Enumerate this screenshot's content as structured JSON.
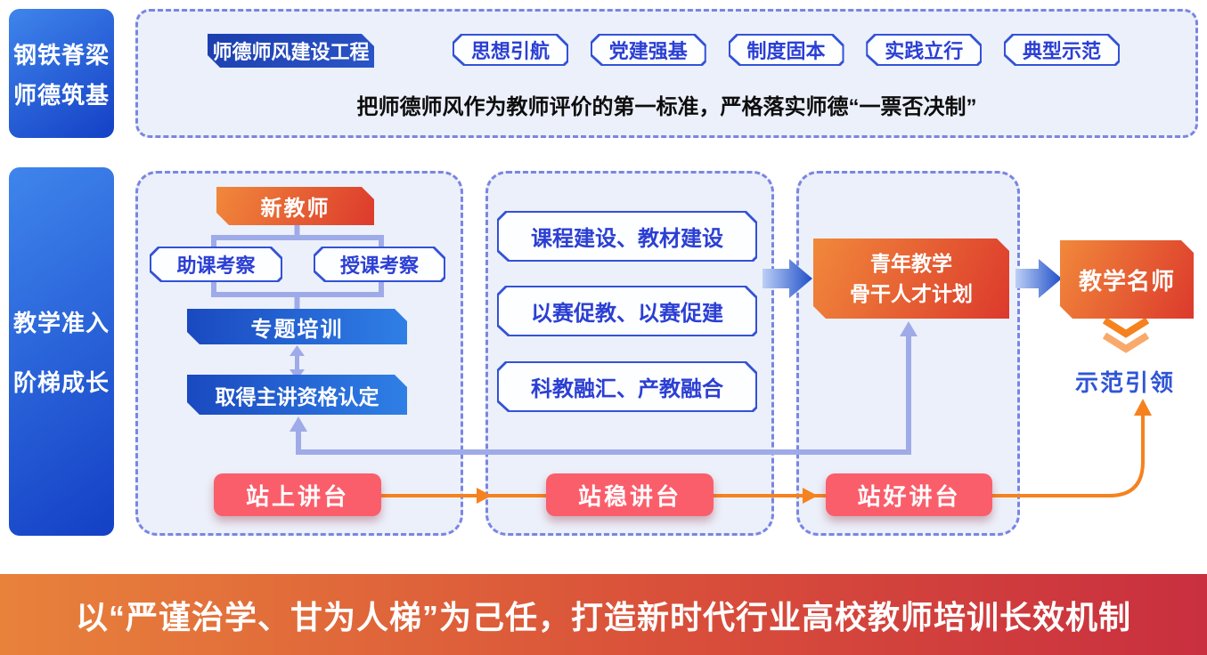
{
  "top_band": {
    "side_label": [
      "钢铁脊梁",
      "师德筑基"
    ],
    "primary_button": "师德师风建设工程",
    "pill_buttons": [
      "思想引航",
      "党建强基",
      "制度固本",
      "实践立行",
      "典型示范"
    ],
    "statement": "把师德师风作为教师评价的第一标准，严格落实师德“一票否决制”"
  },
  "growth_band": {
    "side_label": [
      "教学准入",
      "阶梯成长"
    ],
    "stage1": {
      "new_teacher": "新教师",
      "observe_assist": "助课考察",
      "observe_teach": "授课考察",
      "training": "专题培训",
      "qualification": "取得主讲资格认定",
      "milestone": "站上讲台"
    },
    "stage2": {
      "items": [
        "课程建设、教材建设",
        "以赛促教、以赛促建",
        "科教融汇、产教融合"
      ],
      "milestone": "站稳讲台"
    },
    "stage3": {
      "program_line1": "青年教学",
      "program_line2": "骨干人才计划",
      "milestone": "站好讲台"
    },
    "outcome": {
      "master_teacher": "教学名师",
      "demonstration": "示范引领"
    }
  },
  "footer": {
    "slogan": "以“严谨治学、甘为人梯”为己任，打造新时代行业高校教师培训长效机制"
  },
  "colors": {
    "accent_blue": "#2B3FD4",
    "deep_blue": "#1C3EAE",
    "panel_fill": "#ECF0FA",
    "dashed_border": "#7986E2",
    "orange_tag_start": "#F1883B",
    "orange_tag_end": "#DC3A2C",
    "connector_purple": "#9FABE8",
    "connector_orange": "#F5821F",
    "milestone_pink": "#FA5E6B",
    "banner_start": "#E8823B",
    "banner_end": "#C92F3F"
  }
}
